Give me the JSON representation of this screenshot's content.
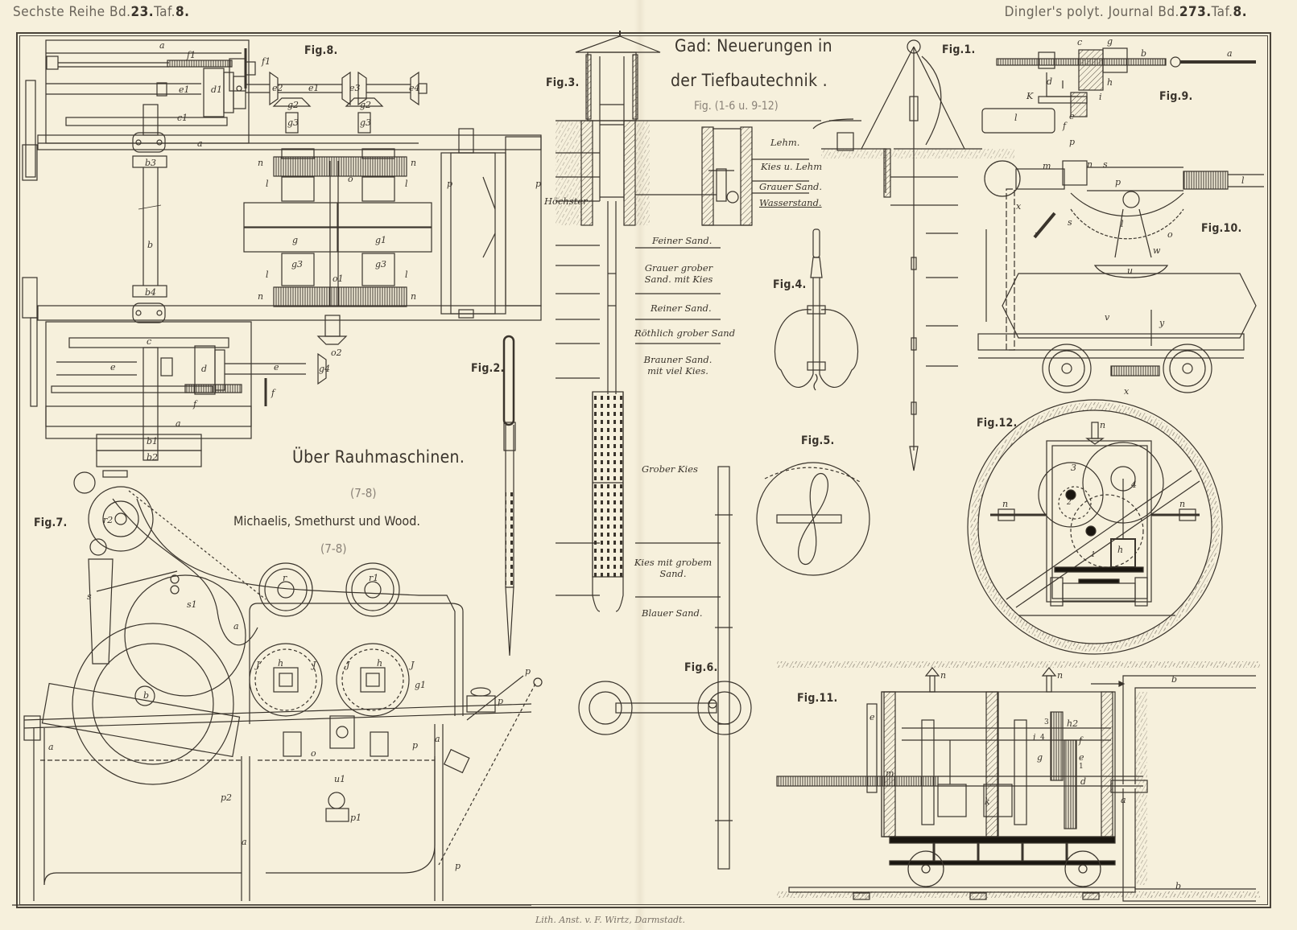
{
  "header": {
    "left": {
      "series": "Sechste Reihe",
      "vol_prefix": "Bd.",
      "vol": "23.",
      "plate_prefix": "Taf.",
      "plate": "8."
    },
    "right": {
      "journal": "Dingler's polyt. Journal",
      "vol_prefix": "Bd.",
      "vol": "273.",
      "plate_prefix": "Taf.",
      "plate": "8."
    }
  },
  "article_right": {
    "title_line1": "Gad: Neuerungen in",
    "title_line2": "der Tiefbautechnik .",
    "figures_ref": "Fig. (1-6 u. 9-12)"
  },
  "article_left": {
    "title": "Über Rauhmaschinen.",
    "figures_ref_1": "(7-8)",
    "authors": "Michaelis, Smethurst und Wood.",
    "figures_ref_2": "(7-8)"
  },
  "figure_labels": {
    "fig1": "Fig.1.",
    "fig2": "Fig.2.",
    "fig3": "Fig.3.",
    "fig4": "Fig.4.",
    "fig5": "Fig.5.",
    "fig6": "Fig.6.",
    "fig7": "Fig.7.",
    "fig8": "Fig.8.",
    "fig9": "Fig.9.",
    "fig10": "Fig.10.",
    "fig11": "Fig.11.",
    "fig12": "Fig.12."
  },
  "fig3_layers": {
    "top": [
      "Lehm.",
      "Kies u. Lehm",
      "Grauer Sand.",
      "Wasserstand."
    ],
    "water_mark": "Höchster",
    "strata": [
      "Feiner Sand.",
      "Grauer grober Sand. mit Kies",
      "Reiner Sand.",
      "Röthlich grober Sand",
      "Brauner Sand. mit viel Kies.",
      "Grober Kies",
      "Kies mit grobem Sand.",
      "Blauer Sand."
    ]
  },
  "fig8_parts": [
    "a",
    "f1",
    "f1",
    "e1",
    "d1",
    "e2",
    "e1",
    "e3",
    "e4",
    "g2",
    "g2",
    "g3",
    "g3",
    "c1",
    "a",
    "b3",
    "n",
    "n",
    "l",
    "o",
    "l",
    "g",
    "g1",
    "b",
    "p",
    "p",
    "g3",
    "g3",
    "o1",
    "l",
    "l",
    "b4",
    "n",
    "n",
    "c",
    "o2",
    "e",
    "d",
    "e",
    "g4",
    "f",
    "f",
    "a",
    "b1",
    "b2"
  ],
  "fig7_parts": [
    "r2",
    "s",
    "s1",
    "a",
    "r",
    "r1",
    "J",
    "h",
    "J",
    "J",
    "h",
    "J",
    "g1",
    "b",
    "o",
    "p",
    "p",
    "a",
    "p",
    "a",
    "p2",
    "u1",
    "p1",
    "a",
    "p"
  ],
  "fig9_parts": [
    "c",
    "g",
    "b",
    "a",
    "d",
    "h",
    "K",
    "i",
    "l",
    "f",
    "e"
  ],
  "fig10_parts": [
    "p",
    "m",
    "s",
    "n",
    "p",
    "l",
    "x",
    "s",
    "r",
    "l",
    "o",
    "w",
    "u",
    "v",
    "y",
    "x"
  ],
  "fig11_parts": [
    "n",
    "n",
    "b",
    "e",
    "3",
    "h2",
    "i",
    "4",
    "f",
    "g",
    "e",
    "1",
    "m",
    "d",
    "k",
    "a",
    "b"
  ],
  "fig12_parts": [
    "n",
    "3",
    "2",
    "4",
    "n",
    "n",
    "h",
    "1"
  ],
  "footer": "Lith. Anst. v. F. Wirtz, Darmstadt."
}
